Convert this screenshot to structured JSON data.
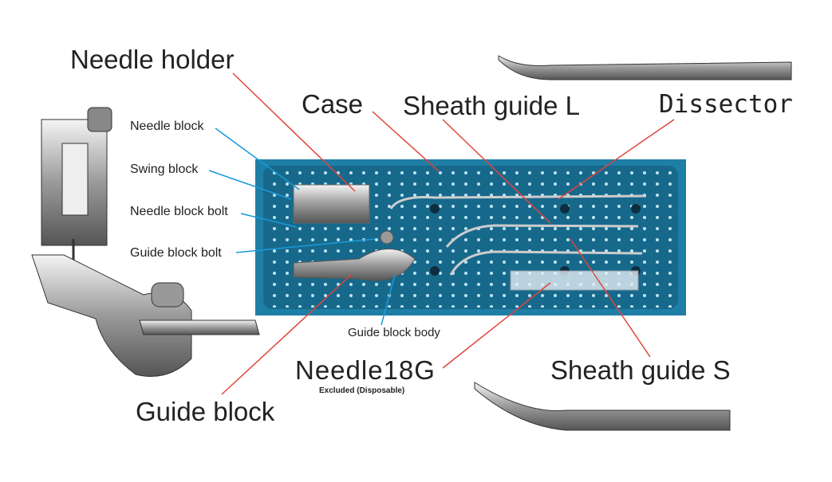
{
  "labels": {
    "needle_holder": "Needle holder",
    "case": "Case",
    "sheath_guide_l": "Sheath guide L",
    "dissector": "Dissector",
    "needle_block": "Needle block",
    "swing_block": "Swing block",
    "needle_block_bolt": "Needle block bolt",
    "guide_block_bolt": "Guide block bolt",
    "guide_block_body": "Guide block body",
    "needle_18g": "Needle18G",
    "needle_note": "Excluded (Disposable)",
    "sheath_guide_s": "Sheath guide S",
    "guide_block": "Guide block"
  },
  "colors": {
    "tray": "#1e7ea6",
    "red_leader": "#e0453a",
    "blue_leader": "#1a9ad8"
  }
}
